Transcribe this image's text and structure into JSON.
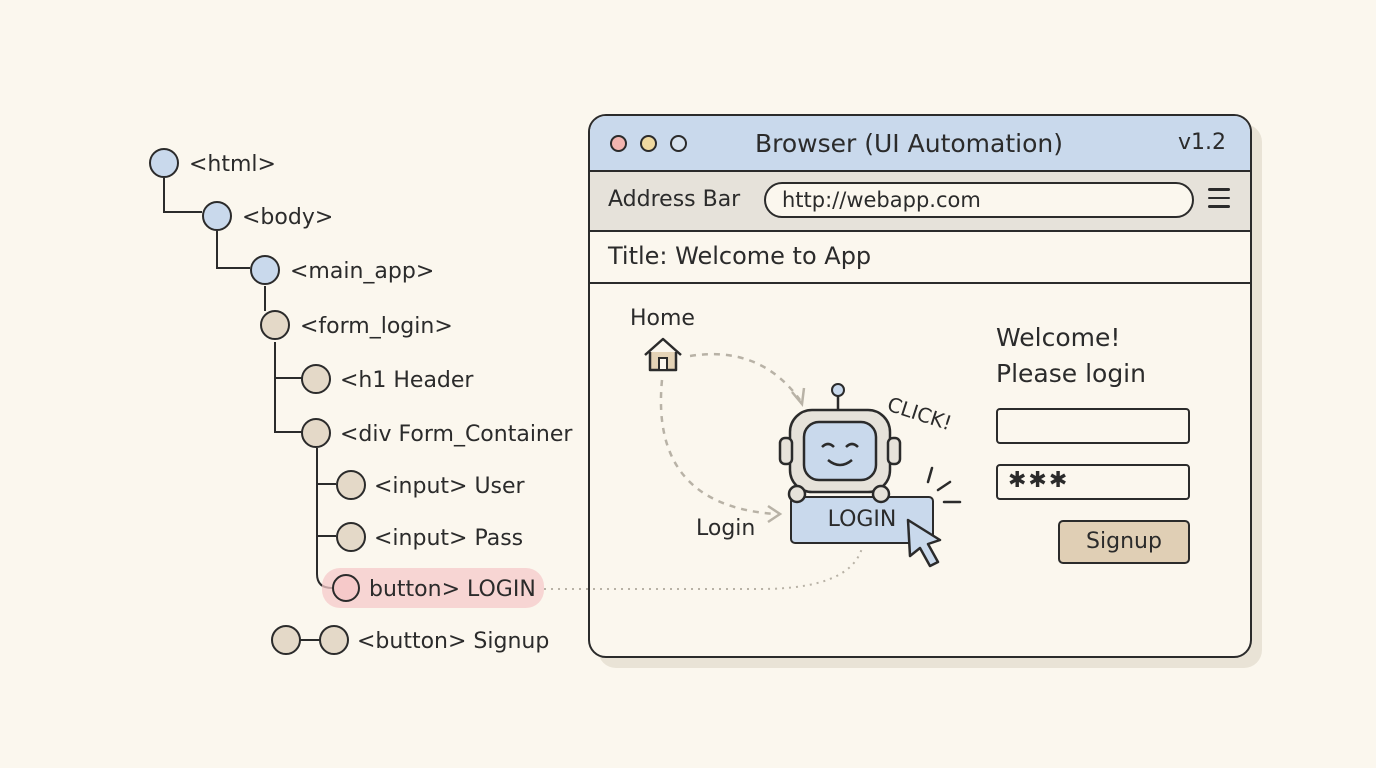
{
  "tree": {
    "nodes": [
      {
        "label": "<html>"
      },
      {
        "label": "<body>"
      },
      {
        "label": "<main_app>"
      },
      {
        "label": "<form_login>"
      },
      {
        "label": "<h1  Header"
      },
      {
        "label": "<div Form_Container"
      },
      {
        "label": "<input> User"
      },
      {
        "label": "<input> Pass"
      },
      {
        "label": "button> LOGIN"
      },
      {
        "label": "<button> Signup"
      }
    ]
  },
  "browser": {
    "title": "Browser (UI Automation)",
    "version": "v1.2",
    "address_label": "Address Bar",
    "url": "http://webapp.com",
    "page_title": "Title: Welcome to App",
    "home_label": "Home",
    "login_link_label": "Login",
    "login_button": "LOGIN",
    "click_text": "CLICK!",
    "welcome_line1": "Welcome!",
    "welcome_line2": "Please login",
    "password_mask": "✱✱✱",
    "signup_button": "Signup"
  },
  "colors": {
    "background": "#fbf7ee",
    "blue_node": "#c9d9ec",
    "tan_node": "#e4d9c8",
    "highlight": "#f6c9c9"
  }
}
